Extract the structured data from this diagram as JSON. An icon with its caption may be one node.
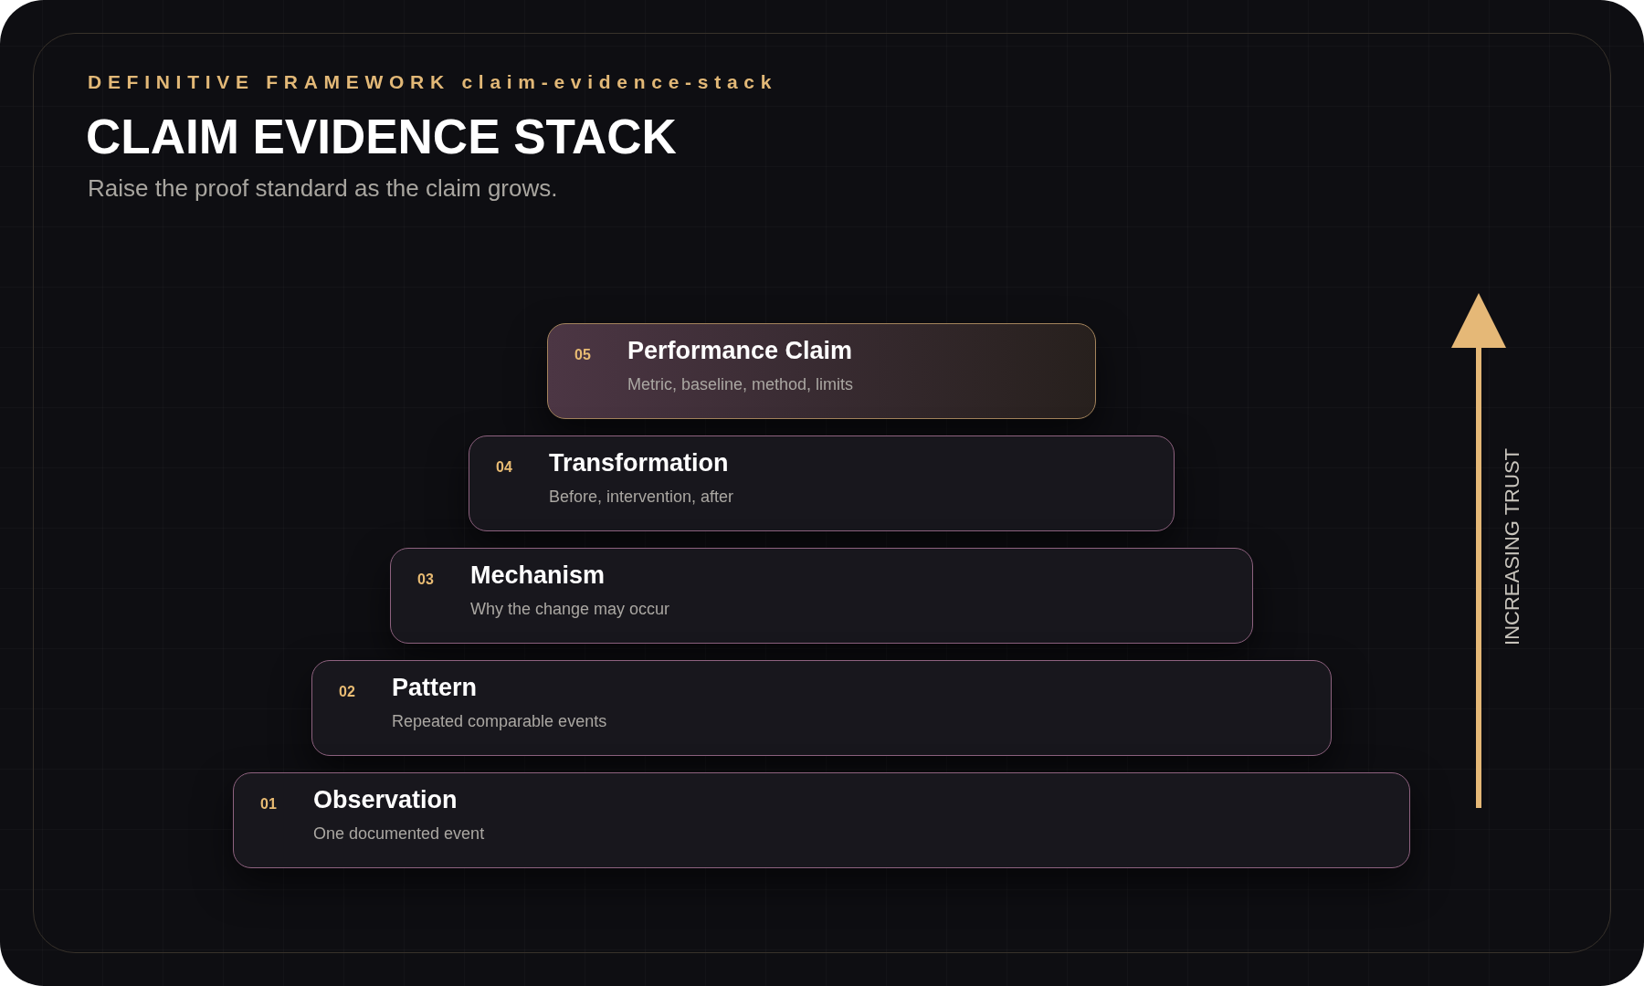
{
  "diagram": {
    "title": "CLAIM EVIDENCE STACK",
    "nodes": [
      {
        "text": [
          "05",
          "Performance Claim",
          "Metric, baseline, method, limits"
        ]
      },
      {
        "text": [
          "04",
          "Transformation",
          "Before, intervention, after"
        ]
      },
      {
        "text": [
          "03",
          "Mechanism",
          "Why the change may occur"
        ]
      },
      {
        "text": [
          "02",
          "Pattern",
          "Repeated comparable events"
        ]
      },
      {
        "text": [
          "01",
          "Observation",
          "One documented event"
        ]
      }
    ],
    "labels": [
      "DEFINITIVE FRAMEWORK claim-evidence-stack",
      "Raise the proof standard as the claim grows.",
      "INCREASING TRUST"
    ]
  }
}
